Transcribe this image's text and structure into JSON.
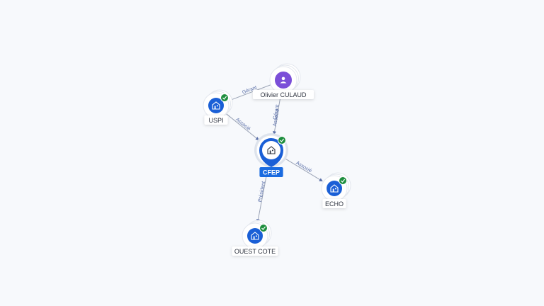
{
  "colors": {
    "company_fill": "#1a5fd6",
    "person_fill": "#7b4fd8",
    "check_fill": "#1e8e3e",
    "edge": "#9aa3b5",
    "edge_label": "#5a6fa8",
    "center_label_bg": "#1a6be0"
  },
  "nodes": [
    {
      "id": "olivier",
      "label": "Olivier CULAUD",
      "kind": "person",
      "icon": "person-icon",
      "verified": false
    },
    {
      "id": "uspi",
      "label": "USPI",
      "kind": "company",
      "icon": "building-icon",
      "verified": true
    },
    {
      "id": "cfep",
      "label": "CFEP",
      "kind": "company",
      "icon": "building-icon",
      "verified": true,
      "focus": true
    },
    {
      "id": "echo",
      "label": "ECHO",
      "kind": "company",
      "icon": "building-icon",
      "verified": true
    },
    {
      "id": "ouest",
      "label": "OUEST COTE",
      "kind": "company",
      "icon": "building-icon",
      "verified": true
    }
  ],
  "edges": [
    {
      "from": "olivier",
      "to": "uspi",
      "label": "Gérant"
    },
    {
      "from": "olivier",
      "to": "cfep",
      "label": "Gérant",
      "label2": "Associé"
    },
    {
      "from": "uspi",
      "to": "cfep",
      "label": "Associé"
    },
    {
      "from": "cfep",
      "to": "echo",
      "label": "Associé"
    },
    {
      "from": "cfep",
      "to": "ouest",
      "label": "Président"
    }
  ]
}
